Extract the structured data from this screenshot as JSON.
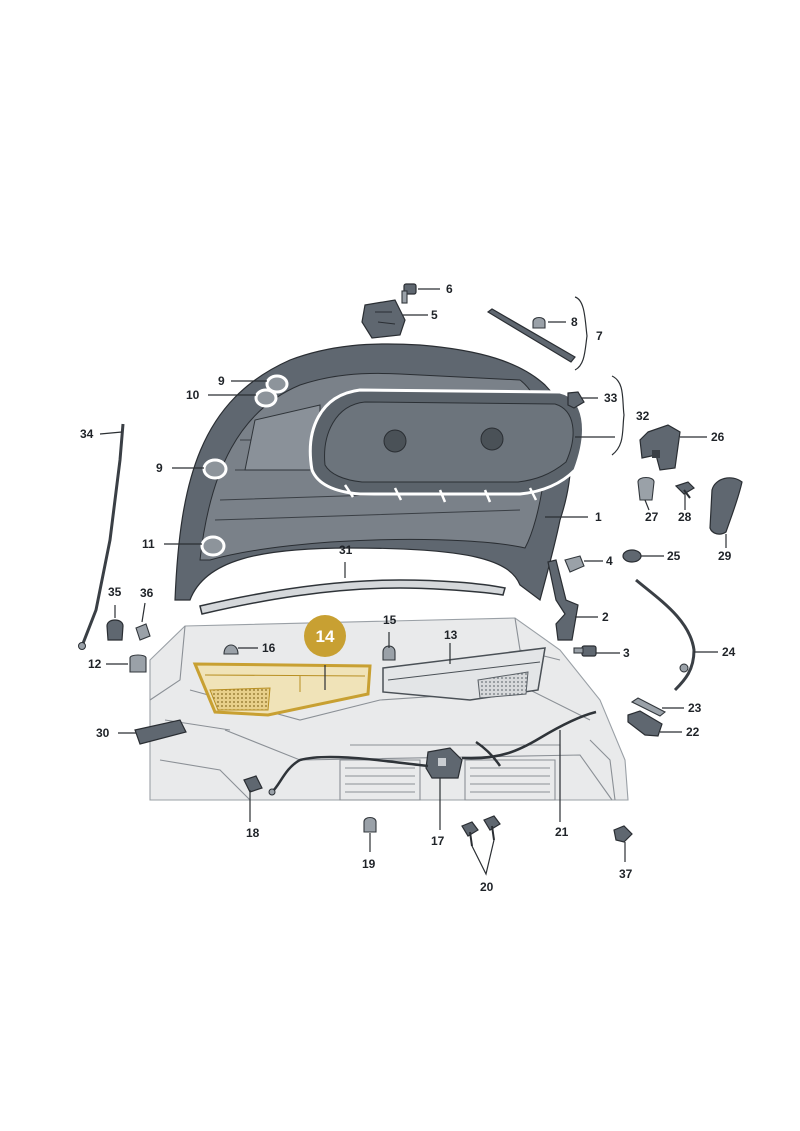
{
  "highlighted_part": "14",
  "colors": {
    "highlight": "#c8a032",
    "part_dark": "#5f6770",
    "body_light": "#e9eaeb"
  },
  "labels": [
    "1",
    "2",
    "3",
    "4",
    "5",
    "6",
    "7",
    "8",
    "9",
    "9",
    "10",
    "11",
    "12",
    "13",
    "15",
    "16",
    "17",
    "18",
    "19",
    "20",
    "21",
    "22",
    "23",
    "24",
    "25",
    "26",
    "27",
    "28",
    "29",
    "30",
    "31",
    "32",
    "33",
    "34",
    "35",
    "36",
    "37"
  ]
}
